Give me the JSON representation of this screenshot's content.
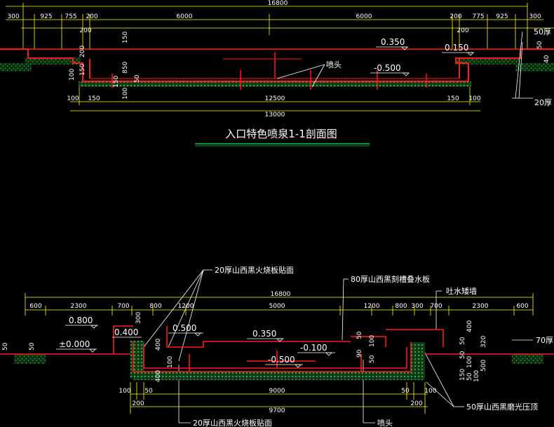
{
  "title": "入口特色喷泉1-1剖面图",
  "colors": {
    "background": "#000000",
    "wall": "#ff1a1a",
    "dimension": "#ffff00",
    "soil": "#1faa3a",
    "text": "#ffffff",
    "title_underline": "#00cc44"
  },
  "section1": {
    "dims_top": {
      "overall": "16800",
      "left": [
        "300",
        "925",
        "755",
        "200"
      ],
      "mid_left": "6000",
      "mid_right": "6000",
      "right": [
        "200",
        "775",
        "925",
        "300"
      ],
      "sub_left": "200",
      "sub_right": "200"
    },
    "elevations": {
      "e1": "0.350",
      "e2": "0.150",
      "e3": "-0.500"
    },
    "callouts": {
      "nozzle": "喷头",
      "right_top": "50厚",
      "right_bottom": "20厚"
    },
    "dims_bottom": {
      "a": "100",
      "b": "150",
      "span": "12500",
      "c": "150",
      "d": "100",
      "total": "13000"
    },
    "dims_vertical": [
      "150",
      "200",
      "850",
      "150",
      "50",
      "100",
      "100",
      "150",
      "50",
      "40"
    ]
  },
  "section2": {
    "callouts": {
      "c1": "20厚山西黑火烧板贴面",
      "c2": "80厚山西黑刻槽叠水板",
      "c3": "吐水矮墙",
      "c4": "70厚",
      "c5": "20厚山西黑火烧板贴面",
      "c6": "喷头",
      "c7": "50厚山西黑磨光压顶"
    },
    "dims_top": {
      "overall": "16800",
      "segments": [
        "600",
        "2300",
        "700",
        "800",
        "1200",
        "5000",
        "1200",
        "800",
        "300",
        "700",
        "2300",
        "600"
      ]
    },
    "elevations": {
      "e1": "0.800",
      "e2": "±0.000",
      "e3": "0.400",
      "e4": "0.500",
      "e5": "0.350",
      "e6": "-0.100",
      "e7": "-0.500"
    },
    "dims_bottom": {
      "a": "100",
      "b": "50",
      "span": "9000",
      "c": "50",
      "d": "100",
      "e": "200",
      "total": "9700",
      "f": "200"
    },
    "dims_vertical_left": [
      "50",
      "50",
      "300",
      "400",
      "400",
      "100"
    ],
    "dims_vertical_mid": [
      "50",
      "100",
      "90",
      "50"
    ],
    "dims_vertical_right": [
      "400",
      "50",
      "320",
      "50",
      "100",
      "500",
      "150",
      "50",
      "100"
    ]
  }
}
